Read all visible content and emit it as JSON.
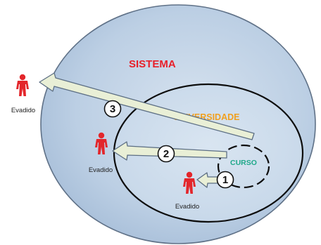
{
  "labels": {
    "sistema": "SISTEMA",
    "universidade": "UNIVERSIDADE",
    "curso": "CURSO"
  },
  "arrows": [
    {
      "number": "1",
      "target_label": "Evadido"
    },
    {
      "number": "2",
      "target_label": "Evadido"
    },
    {
      "number": "3",
      "target_label": "Evadido"
    }
  ],
  "colors": {
    "sistema_fill": "#b9cde3",
    "sistema_text": "#e8202a",
    "universidade_text": "#f0a020",
    "curso_text": "#1fa88a",
    "arrow_fill": "#e9efd6",
    "person": "#e3262b"
  },
  "icons": {
    "person": "person-icon",
    "arrow": "arrow-icon"
  }
}
